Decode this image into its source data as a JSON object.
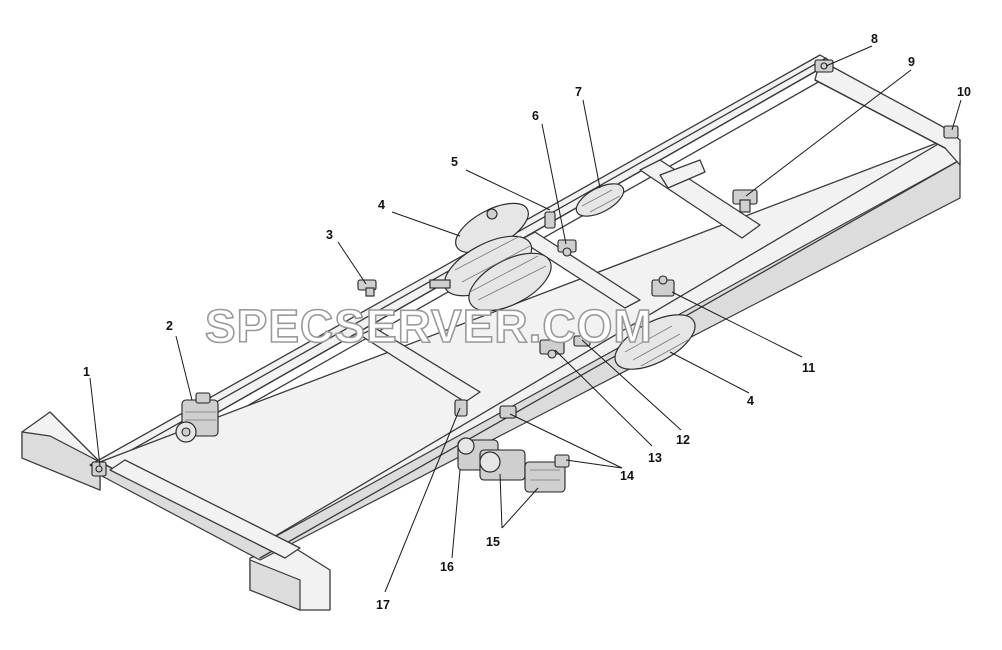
{
  "watermark": "SPECSERVER.COM",
  "callouts": [
    {
      "id": "c1",
      "text": "1"
    },
    {
      "id": "c2",
      "text": "2"
    },
    {
      "id": "c3",
      "text": "3"
    },
    {
      "id": "c4a",
      "text": "4"
    },
    {
      "id": "c4b",
      "text": "4"
    },
    {
      "id": "c5",
      "text": "5"
    },
    {
      "id": "c6",
      "text": "6"
    },
    {
      "id": "c7",
      "text": "7"
    },
    {
      "id": "c8",
      "text": "8"
    },
    {
      "id": "c9",
      "text": "9"
    },
    {
      "id": "c10",
      "text": "10"
    },
    {
      "id": "c11",
      "text": "11"
    },
    {
      "id": "c12",
      "text": "12"
    },
    {
      "id": "c13",
      "text": "13"
    },
    {
      "id": "c14",
      "text": "14"
    },
    {
      "id": "c15",
      "text": "15"
    },
    {
      "id": "c16",
      "text": "16"
    },
    {
      "id": "c17",
      "text": "17"
    }
  ]
}
